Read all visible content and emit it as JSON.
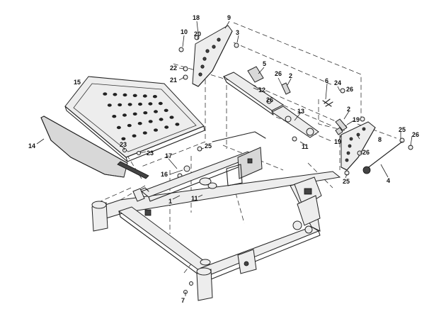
{
  "diagram": {
    "callouts": [
      "18",
      "9",
      "10",
      "20",
      "3",
      "22",
      "21",
      "5",
      "26",
      "2",
      "12",
      "6",
      "24",
      "26",
      "15",
      "26",
      "13",
      "2",
      "19",
      "8",
      "25",
      "26",
      "19",
      "11",
      "14",
      "23",
      "23",
      "25",
      "17",
      "16",
      "26",
      "4",
      "25",
      "1",
      "11",
      "7"
    ]
  }
}
